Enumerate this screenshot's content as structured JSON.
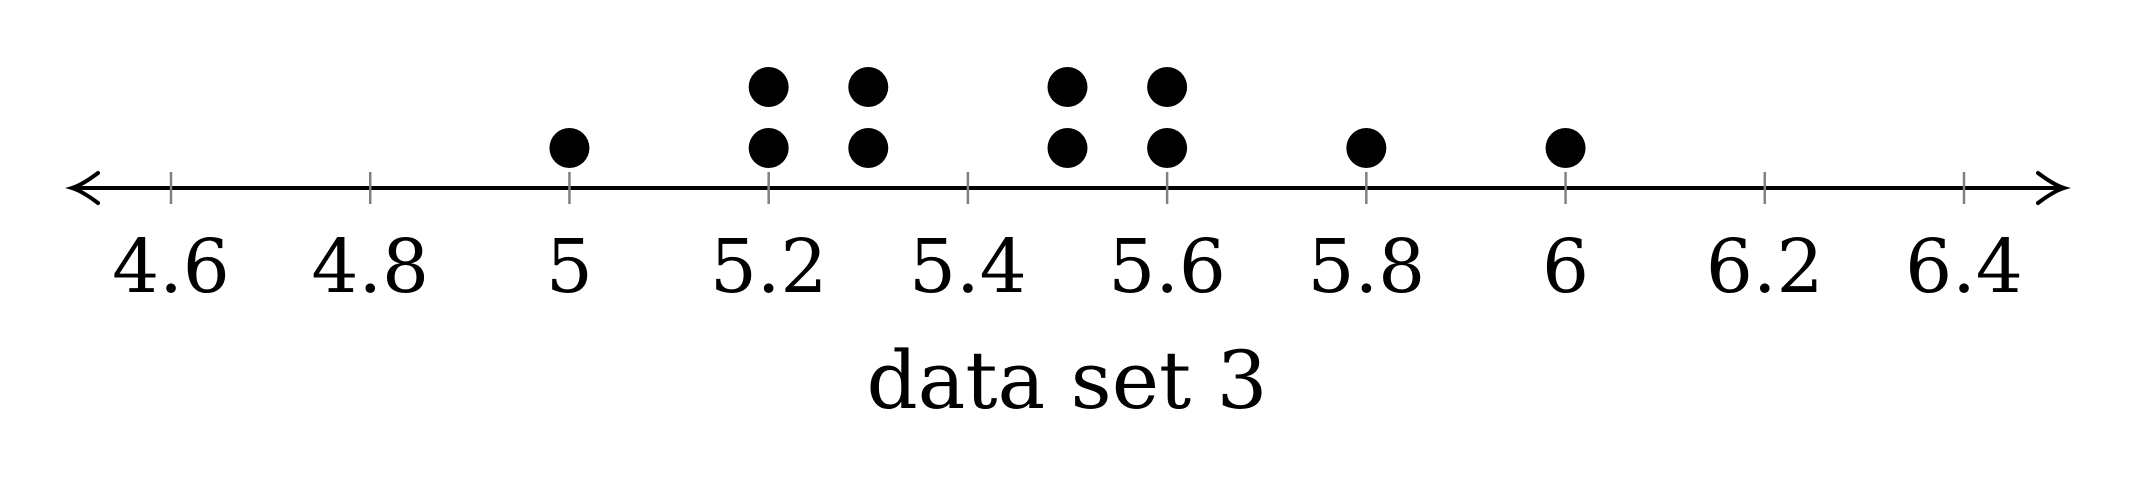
{
  "chart_data": {
    "type": "dot",
    "xlabel": "data set 3",
    "xlim": [
      4.5,
      6.5
    ],
    "ticks": [
      4.6,
      4.8,
      5,
      5.2,
      5.4,
      5.6,
      5.8,
      6,
      6.2,
      6.4
    ],
    "tick_labels": [
      "4.6",
      "4.8",
      "5",
      "5.2",
      "5.4",
      "5.6",
      "5.8",
      "6",
      "6.2",
      "6.4"
    ],
    "values": [
      5,
      5.2,
      5.2,
      5.3,
      5.3,
      5.5,
      5.5,
      5.6,
      5.6,
      5.8,
      6
    ],
    "counts": [
      {
        "x": 5,
        "count": 1
      },
      {
        "x": 5.2,
        "count": 2
      },
      {
        "x": 5.3,
        "count": 2
      },
      {
        "x": 5.5,
        "count": 2
      },
      {
        "x": 5.6,
        "count": 2
      },
      {
        "x": 5.8,
        "count": 1
      },
      {
        "x": 6,
        "count": 1
      }
    ],
    "grid": false,
    "colors": {
      "dot": "#000000",
      "axis": "#000000",
      "tick": "#808080"
    }
  }
}
